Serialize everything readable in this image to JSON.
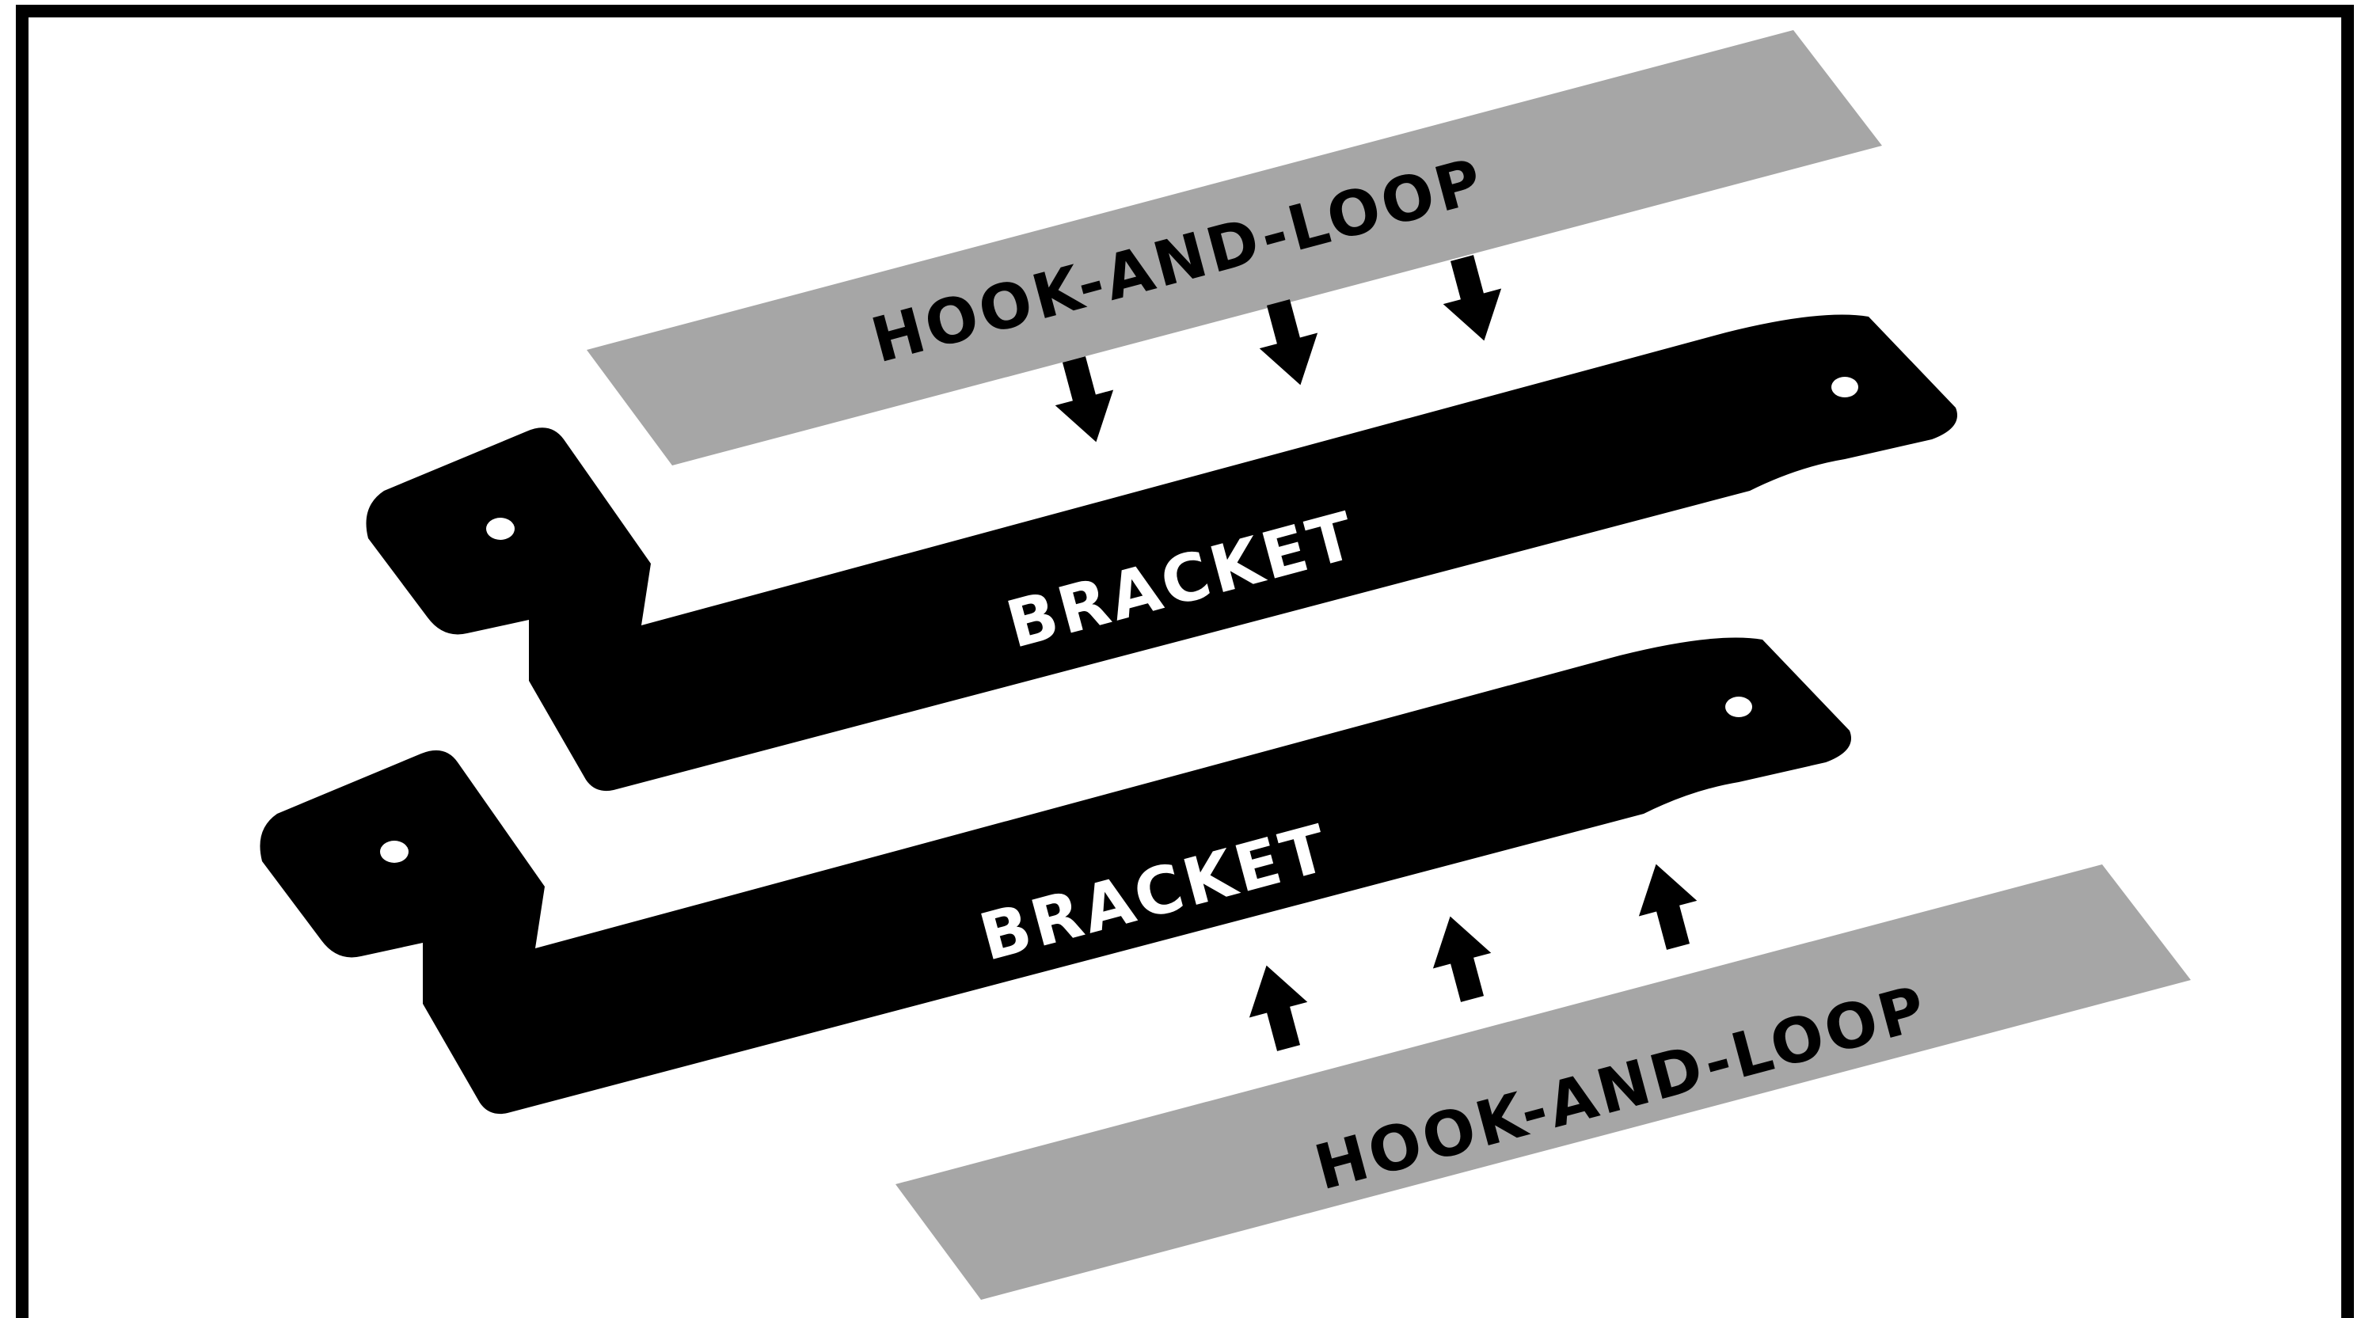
{
  "diagram": {
    "top_strip_label": "HOOK-AND-LOOP",
    "top_bracket_label": "BRACKET",
    "bottom_bracket_label": "BRACKET",
    "bottom_strip_label": "HOOK-AND-LOOP"
  },
  "colors": {
    "frame": "#000000",
    "strip_fill": "#a6a6a6",
    "strip_text": "#000000",
    "bracket_fill": "#000000",
    "bracket_text": "#ffffff",
    "hole_fill": "#ffffff",
    "arrow_fill": "#000000",
    "background": "#ffffff"
  },
  "icons": {
    "arrow_down": "arrow-down-icon",
    "arrow_up": "arrow-up-icon"
  }
}
